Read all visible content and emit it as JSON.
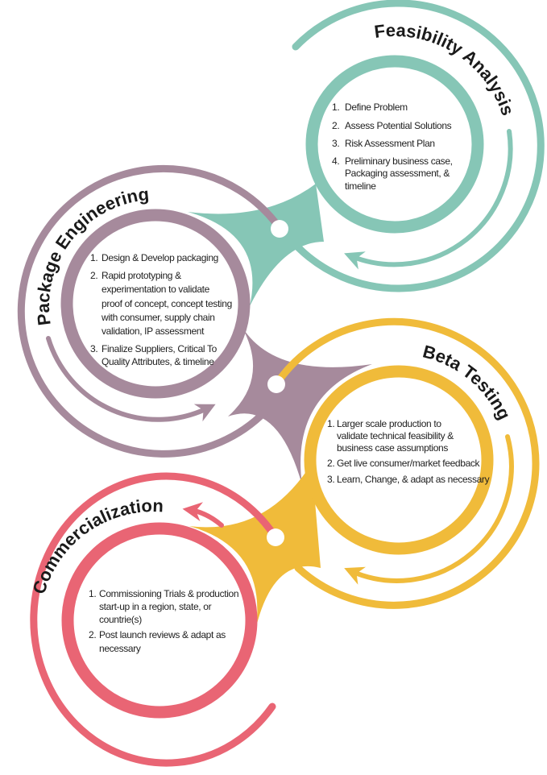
{
  "colors": {
    "feasibility": "#86c6b6",
    "package": "#a68a9c",
    "beta": "#f0bb3a",
    "commercialization": "#e96574"
  },
  "stages": [
    {
      "title": "Feasibility Analysis",
      "items": [
        {
          "number": "1.",
          "lines": [
            "Define Problem"
          ]
        },
        {
          "number": "2.",
          "lines": [
            "Assess Potential Solutions"
          ]
        },
        {
          "number": "3.",
          "lines": [
            "Risk Assessment Plan"
          ]
        },
        {
          "number": "4.",
          "lines": [
            "Preliminary business case,",
            "Packaging assessment, &",
            "timeline"
          ]
        }
      ]
    },
    {
      "title": "Package Engineering",
      "items": [
        {
          "number": "1.",
          "lines": [
            "Design & Develop packaging"
          ]
        },
        {
          "number": "2.",
          "lines": [
            "Rapid prototyping &",
            "experimentation to  validate",
            "proof of concept, concept testing",
            "with consumer, supply chain",
            "validation, IP assessment"
          ]
        },
        {
          "number": "3.",
          "lines": [
            "Finalize Suppliers, Critical To",
            "Quality Attributes, & timeline"
          ]
        }
      ]
    },
    {
      "title": "Beta Testing",
      "items": [
        {
          "number": "1.",
          "lines": [
            "Larger scale production to",
            "validate technical feasibility &",
            "business case assumptions"
          ]
        },
        {
          "number": "2.",
          "lines": [
            "Get live consumer/market feedback"
          ]
        },
        {
          "number": "3.",
          "lines": [
            "Learn, Change, & adapt as necessary"
          ]
        }
      ]
    },
    {
      "title": "Commercialization",
      "items": [
        {
          "number": "1.",
          "lines": [
            "Commissioning Trials & production",
            "start-up in a region, state, or",
            "countrie(s)"
          ]
        },
        {
          "number": "2.",
          "lines": [
            "Post launch reviews & adapt as",
            "necessary"
          ]
        }
      ]
    }
  ]
}
